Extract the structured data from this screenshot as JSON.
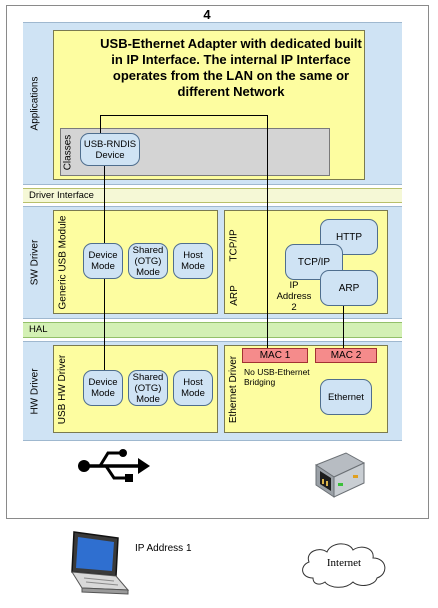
{
  "figure_number": "4",
  "layers": {
    "applications": "Applications",
    "driver_interface": "Driver Interface",
    "sw_driver": "SW Driver",
    "hal": "HAL",
    "hw_driver": "HW Driver"
  },
  "app_box_text": "USB-Ethernet Adapter with dedicated built in IP Interface. The internal IP Interface operates from the LAN on the same or different Network",
  "classes": {
    "label": "Classes",
    "device": "USB-RNDIS Device"
  },
  "generic_usb_module": {
    "label": "Generic USB Module",
    "modes": [
      "Device Mode",
      "Shared (OTG) Mode",
      "Host Mode"
    ]
  },
  "tcpip_stack": {
    "tcpip_label": "TCP/IP",
    "arp_label": "ARP",
    "http": "HTTP",
    "tcpip": "TCP/IP",
    "arp": "ARP",
    "ip_address": "IP Address 2"
  },
  "usb_hw_driver": {
    "label": "USB HW Driver",
    "modes": [
      "Device Mode",
      "Shared (OTG) Mode",
      "Host Mode"
    ]
  },
  "ethernet_driver": {
    "label": "Ethernet Driver",
    "mac1": "MAC 1",
    "mac2": "MAC 2",
    "bridging_note": "No USB-Ethernet Bridging",
    "ethernet": "Ethernet"
  },
  "laptop": {
    "label": "IP Address 1"
  },
  "cloud": {
    "label": "Internet"
  },
  "icons": [
    "usb-icon",
    "rj45-jack-icon",
    "laptop-icon",
    "cloud-icon"
  ]
}
